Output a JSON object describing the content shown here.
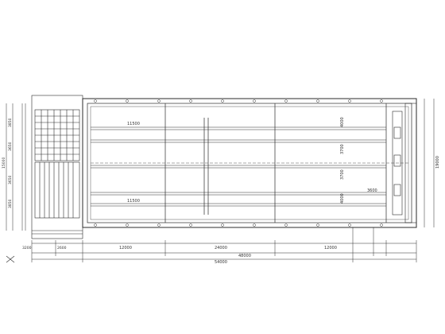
{
  "drawing": {
    "dimensions": {
      "left_h1": "11500",
      "left_h2": "11500",
      "right_v1": "4000",
      "right_v2": "3700",
      "right_v3": "3700",
      "right_v4": "4000",
      "right_v5": "3600",
      "right_total": "19000",
      "bottom_seg1": "12000",
      "bottom_seg2": "24000",
      "bottom_seg3": "12000",
      "bottom_total_inner": "48000",
      "bottom_total": "54000",
      "bottom_left1": "3200",
      "bottom_left2": "2600",
      "left_v1": "3850",
      "left_v2": "3650",
      "left_v3": "3650",
      "left_v4": "3850",
      "left_total": "15000"
    },
    "colors": {
      "line": "#2b2b2b",
      "light": "#555555",
      "background": "#ffffff"
    }
  }
}
